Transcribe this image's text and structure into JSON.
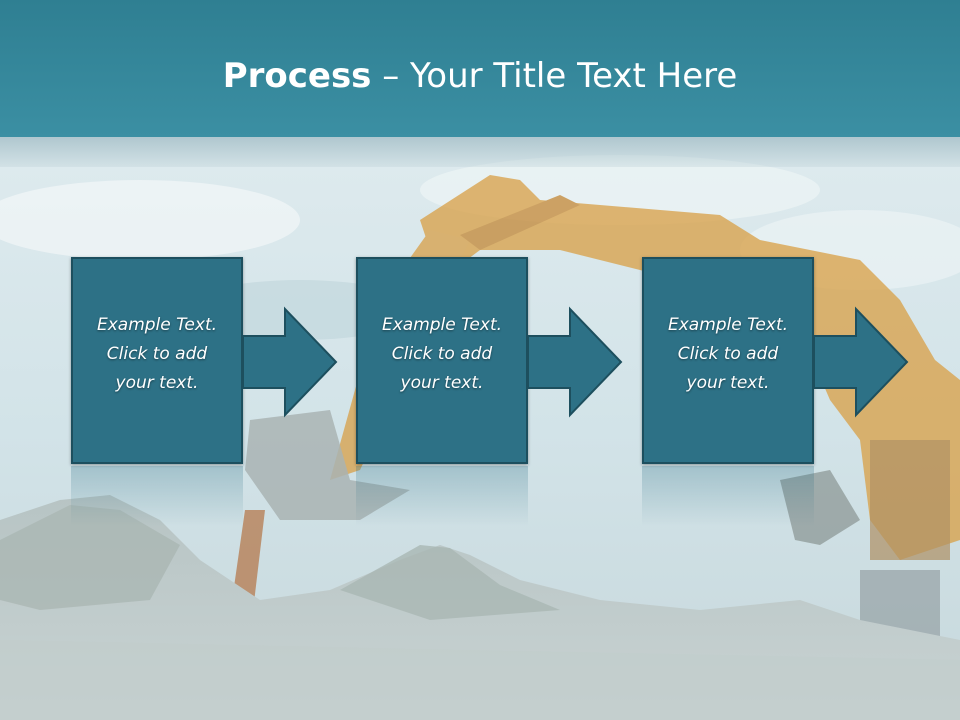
{
  "slide": {
    "title_bold": "Process",
    "title_rest": " – Your Title Text Here"
  },
  "steps": [
    {
      "line1": "Example Text.",
      "line2": "Click  to add",
      "line3": "your text."
    },
    {
      "line1": "Example Text.",
      "line2": "Click  to add",
      "line3": "your text."
    },
    {
      "line1": "Example Text.",
      "line2": "Click  to add",
      "line3": "your text."
    }
  ],
  "colors": {
    "title_band": "#3b8fa3",
    "box_fill": "#2d7186",
    "box_border": "#1d4f5e",
    "arrow_fill": "#2d7186",
    "excavator_arm": "#d9a24a"
  },
  "background_image": "excavator-construction-site-photo"
}
